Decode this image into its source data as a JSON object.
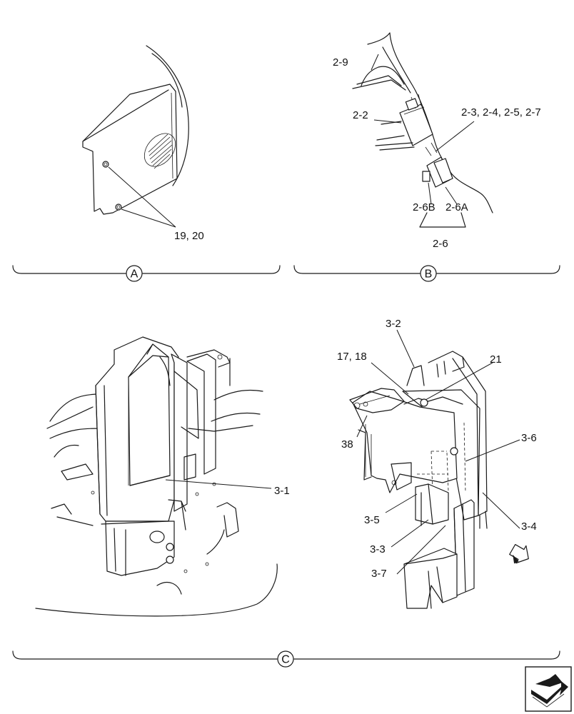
{
  "sections": [
    {
      "id": "A",
      "letter": "A",
      "labels": [
        "19, 20"
      ]
    },
    {
      "id": "B",
      "letter": "B",
      "labels": [
        "2-9",
        "2-2",
        "2-3, 2-4, 2-5, 2-7",
        "2-6B",
        "2-6A",
        "2-6"
      ]
    },
    {
      "id": "C",
      "letter": "C",
      "labels": [
        "3-1",
        "3-2",
        "17, 18",
        "21",
        "38",
        "3-6",
        "3-5",
        "3-4",
        "3-3",
        "3-7"
      ]
    }
  ],
  "labels": {
    "a_19_20": "19, 20",
    "b_2_9": "2-9",
    "b_2_2": "2-2",
    "b_2_3": "2-3, 2-4, 2-5, 2-7",
    "b_2_6b": "2-6B",
    "b_2_6a": "2-6A",
    "b_2_6": "2-6",
    "c_3_1": "3-1",
    "c_3_2": "3-2",
    "c_17_18": "17, 18",
    "c_21": "21",
    "c_38": "38",
    "c_3_6": "3-6",
    "c_3_5": "3-5",
    "c_3_4": "3-4",
    "c_3_3": "3-3",
    "c_3_7": "3-7"
  },
  "section_letters": {
    "a": "A",
    "b": "B",
    "c": "C"
  },
  "icons": {
    "nav": "next-page-arrow-icon",
    "direction": "direction-arrow-icon"
  }
}
